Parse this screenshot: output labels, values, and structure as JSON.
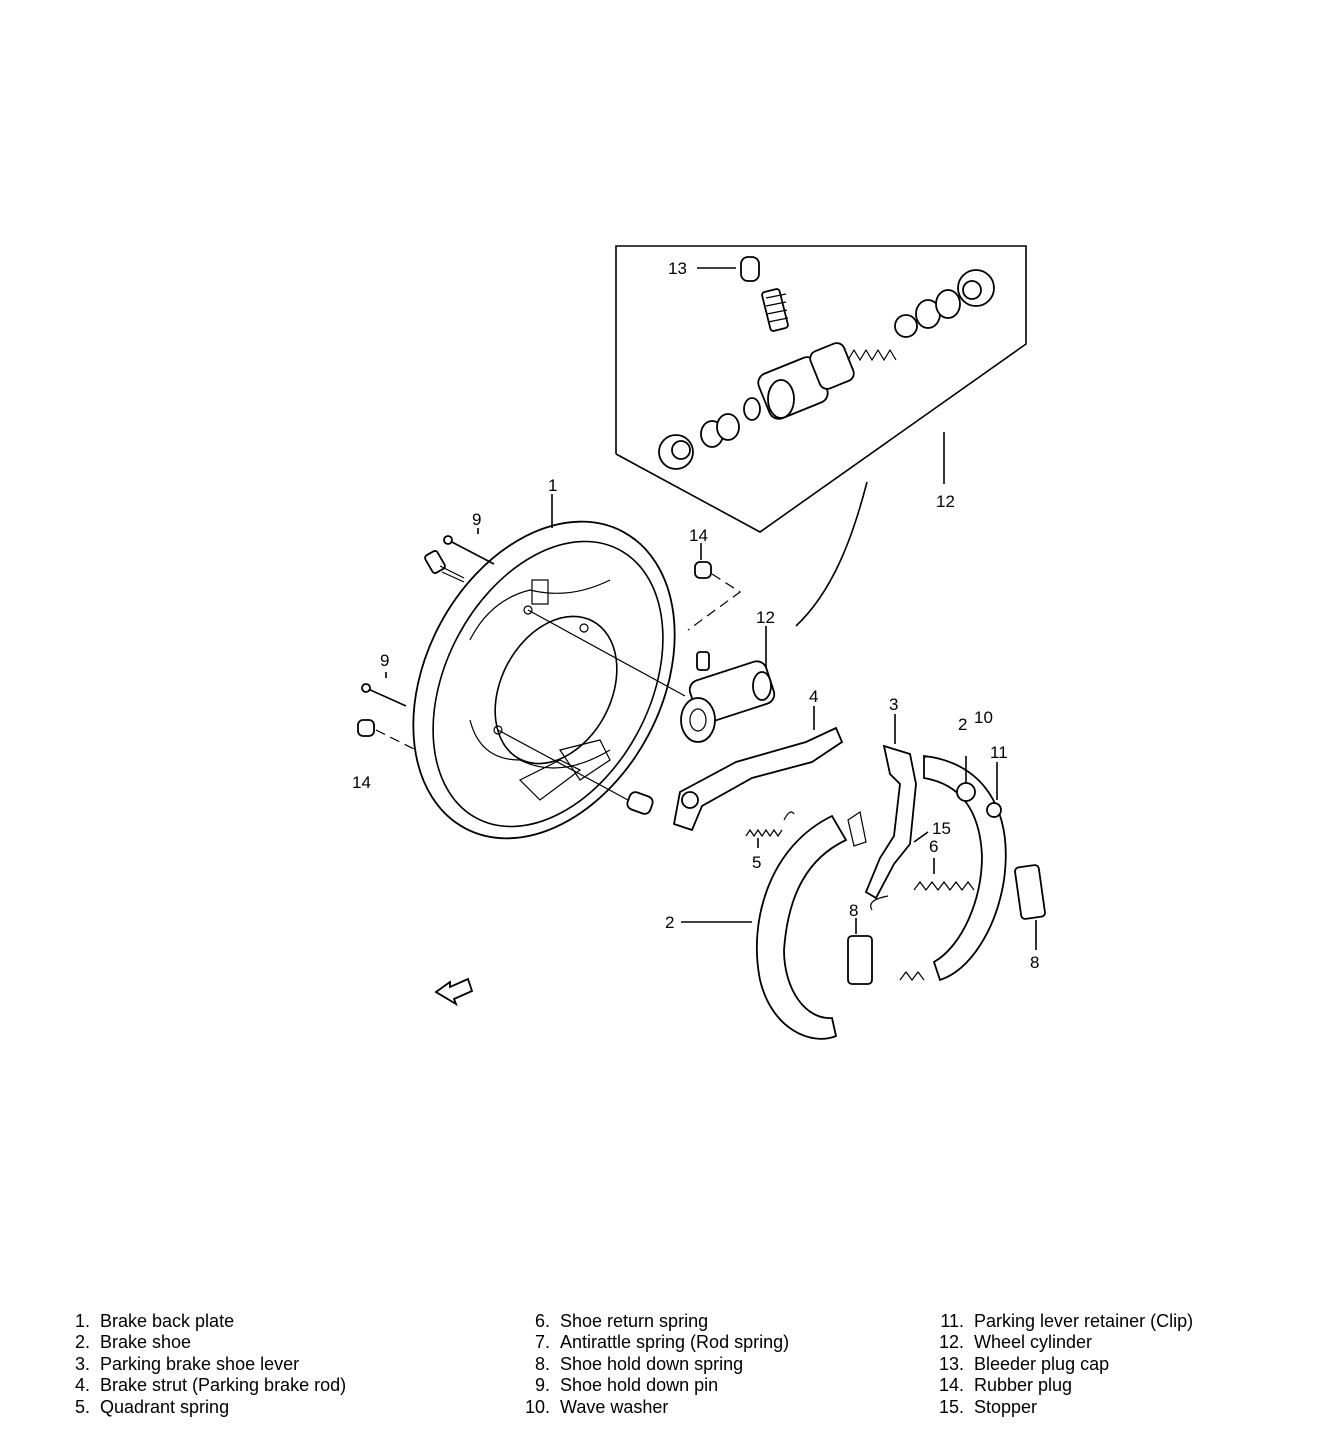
{
  "callouts": {
    "c1": "1",
    "c2a": "2",
    "c2b": "2",
    "c3": "3",
    "c4": "4",
    "c5": "5",
    "c6": "6",
    "c8a": "8",
    "c8b": "8",
    "c9a": "9",
    "c9b": "9",
    "c10": "10",
    "c11": "11",
    "c12a": "12",
    "c12b": "12",
    "c13": "13",
    "c14a": "14",
    "c14b": "14",
    "c15": "15"
  },
  "legend": {
    "columns": [
      [
        {
          "num": "1.",
          "label": "Brake back plate"
        },
        {
          "num": "2.",
          "label": "Brake shoe"
        },
        {
          "num": "3.",
          "label": "Parking brake shoe lever"
        },
        {
          "num": "4.",
          "label": "Brake strut (Parking brake rod)"
        },
        {
          "num": "5.",
          "label": "Quadrant spring"
        }
      ],
      [
        {
          "num": "6.",
          "label": "Shoe return spring"
        },
        {
          "num": "7.",
          "label": "Antirattle spring (Rod spring)"
        },
        {
          "num": "8.",
          "label": "Shoe hold down spring"
        },
        {
          "num": "9.",
          "label": "Shoe hold down pin"
        },
        {
          "num": "10.",
          "label": "Wave washer"
        }
      ],
      [
        {
          "num": "11.",
          "label": "Parking lever retainer (Clip)"
        },
        {
          "num": "12.",
          "label": "Wheel cylinder"
        },
        {
          "num": "13.",
          "label": "Bleeder plug cap"
        },
        {
          "num": "14.",
          "label": "Rubber plug"
        },
        {
          "num": "15.",
          "label": "Stopper"
        }
      ]
    ]
  }
}
